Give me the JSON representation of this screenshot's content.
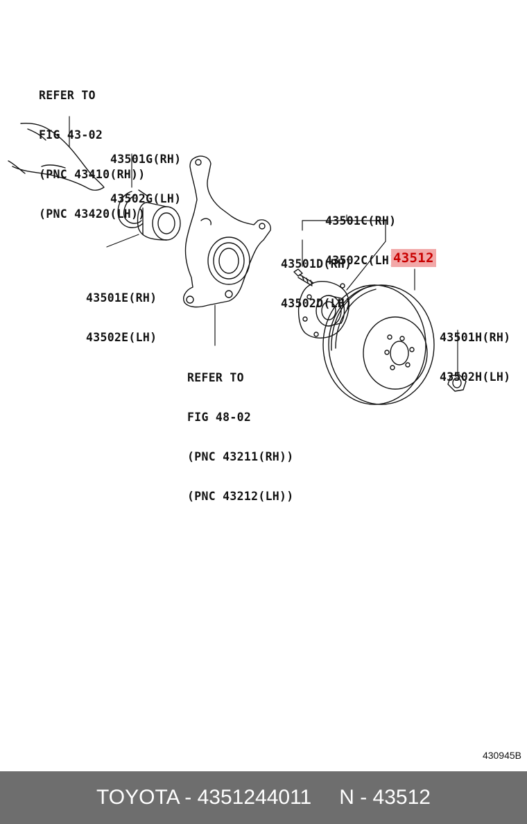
{
  "labels": {
    "refer_hub": [
      "REFER TO",
      "FIG 43-02",
      "(PNC 43410(RH))",
      "(PNC 43420(LH))"
    ],
    "snap_ring": [
      "43501G(RH)",
      "43502G(LH)"
    ],
    "bearing": [
      "43501E(RH)",
      "43502E(LH)"
    ],
    "refer_knuckle": [
      "REFER TO",
      "FIG 48-02",
      "(PNC 43211(RH))",
      "(PNC 43212(LH))"
    ],
    "hub": [
      "43501C(RH)",
      "43502C(LH)"
    ],
    "bolt": [
      "43501D(RH)",
      "43502D(LH)"
    ],
    "nut": [
      "43501H(RH)",
      "43502H(LH)"
    ],
    "highlight": "43512"
  },
  "figure_number": "430945B",
  "footer": {
    "brand_part": "TOYOTA - 4351244011",
    "pnc": "N - 43512"
  },
  "colors": {
    "highlight_bg": "#f2a8a8",
    "highlight_text": "#c80000",
    "footer_bg": "#6e6e6e"
  }
}
